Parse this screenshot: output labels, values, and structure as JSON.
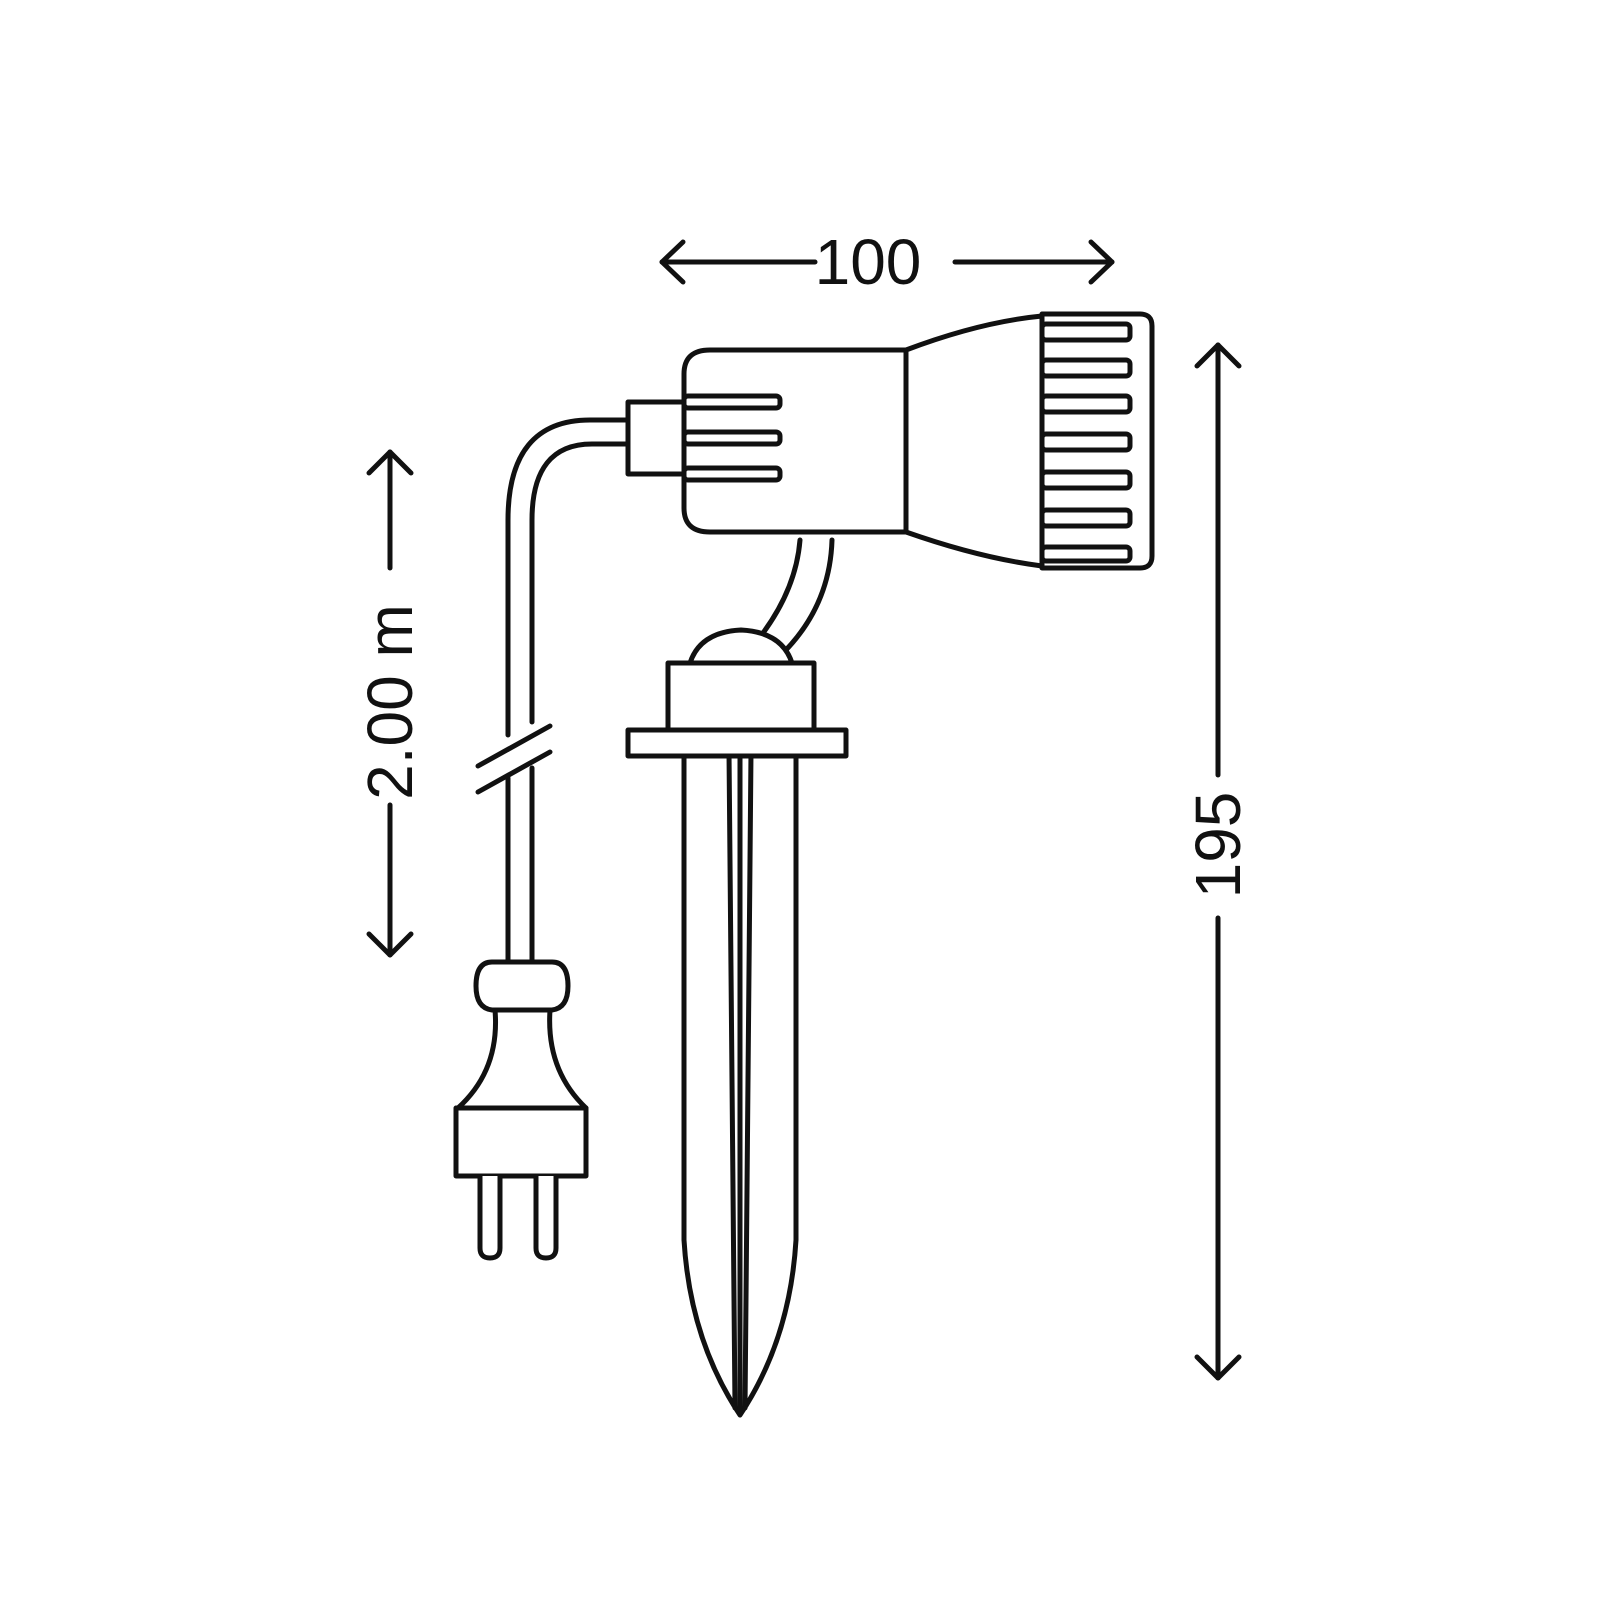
{
  "diagram": {
    "type": "technical-dimension-drawing",
    "subject": "garden spotlight with ground spike and plug",
    "colors": {
      "line": "#111111",
      "background": "#ffffff"
    },
    "dimensions": {
      "width": {
        "label": "100",
        "orientation": "horizontal"
      },
      "height": {
        "label": "195",
        "orientation": "vertical"
      },
      "cable_length": {
        "label": "2.00 m",
        "orientation": "vertical"
      }
    },
    "parts": [
      "lamp-head",
      "lamp-housing",
      "cooling-fins",
      "cable-gland",
      "swivel-arm",
      "mount-dome",
      "mount-base",
      "ground-spike",
      "power-cable",
      "cable-break",
      "power-plug"
    ]
  }
}
